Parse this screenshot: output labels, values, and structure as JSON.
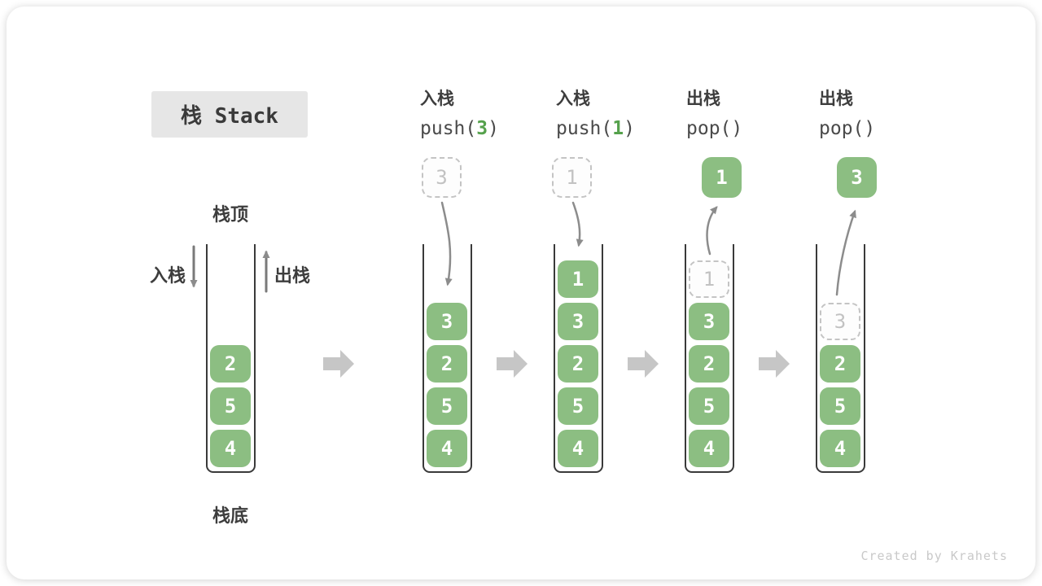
{
  "title": "栈 Stack",
  "watermark": "Created by Krahets",
  "labels": {
    "stack_top": "栈顶",
    "stack_bottom": "栈底",
    "push_direction": "入栈",
    "pop_direction": "出栈"
  },
  "colors": {
    "element_green": "#8CBE82",
    "code_arg_green": "#55A14C",
    "container_wall": "#3A3A3A",
    "ghost_border": "#C4C4C4",
    "ghost_text": "#C2C2C2",
    "flow_arrow": "#8C8C8C",
    "transition_arrow": "#C6C6C6",
    "text_dark": "#3D3D3D",
    "code_text": "#4A4A4A",
    "title_bg": "#E6E6E6",
    "watermark_gray": "#C9C9C9"
  },
  "columns": [
    {
      "name": "initial",
      "elements": [
        {
          "value": "2"
        },
        {
          "value": "5"
        },
        {
          "value": "4"
        }
      ]
    },
    {
      "name": "push-3",
      "op": {
        "line1": "入栈",
        "code": [
          {
            "t": "push("
          },
          {
            "t": "3",
            "green": true
          },
          {
            "t": ")"
          }
        ]
      },
      "floating": {
        "value": "3",
        "style": "ghost"
      },
      "elements": [
        {
          "value": "3"
        },
        {
          "value": "2"
        },
        {
          "value": "5"
        },
        {
          "value": "4"
        }
      ]
    },
    {
      "name": "push-1",
      "op": {
        "line1": "入栈",
        "code": [
          {
            "t": "push("
          },
          {
            "t": "1",
            "green": true
          },
          {
            "t": ")"
          }
        ]
      },
      "floating": {
        "value": "1",
        "style": "ghost"
      },
      "elements": [
        {
          "value": "1"
        },
        {
          "value": "3"
        },
        {
          "value": "2"
        },
        {
          "value": "5"
        },
        {
          "value": "4"
        }
      ]
    },
    {
      "name": "pop-1",
      "op": {
        "line1": "出栈",
        "code": [
          {
            "t": "pop()"
          }
        ]
      },
      "floating": {
        "value": "1",
        "style": "solid"
      },
      "elements": [
        {
          "value": "1",
          "ghost": true
        },
        {
          "value": "3"
        },
        {
          "value": "2"
        },
        {
          "value": "5"
        },
        {
          "value": "4"
        }
      ]
    },
    {
      "name": "pop-3",
      "op": {
        "line1": "出栈",
        "code": [
          {
            "t": "pop()"
          }
        ]
      },
      "floating": {
        "value": "3",
        "style": "solid"
      },
      "elements": [
        {
          "value": "3",
          "ghost": true
        },
        {
          "value": "2"
        },
        {
          "value": "5"
        },
        {
          "value": "4"
        }
      ]
    }
  ]
}
